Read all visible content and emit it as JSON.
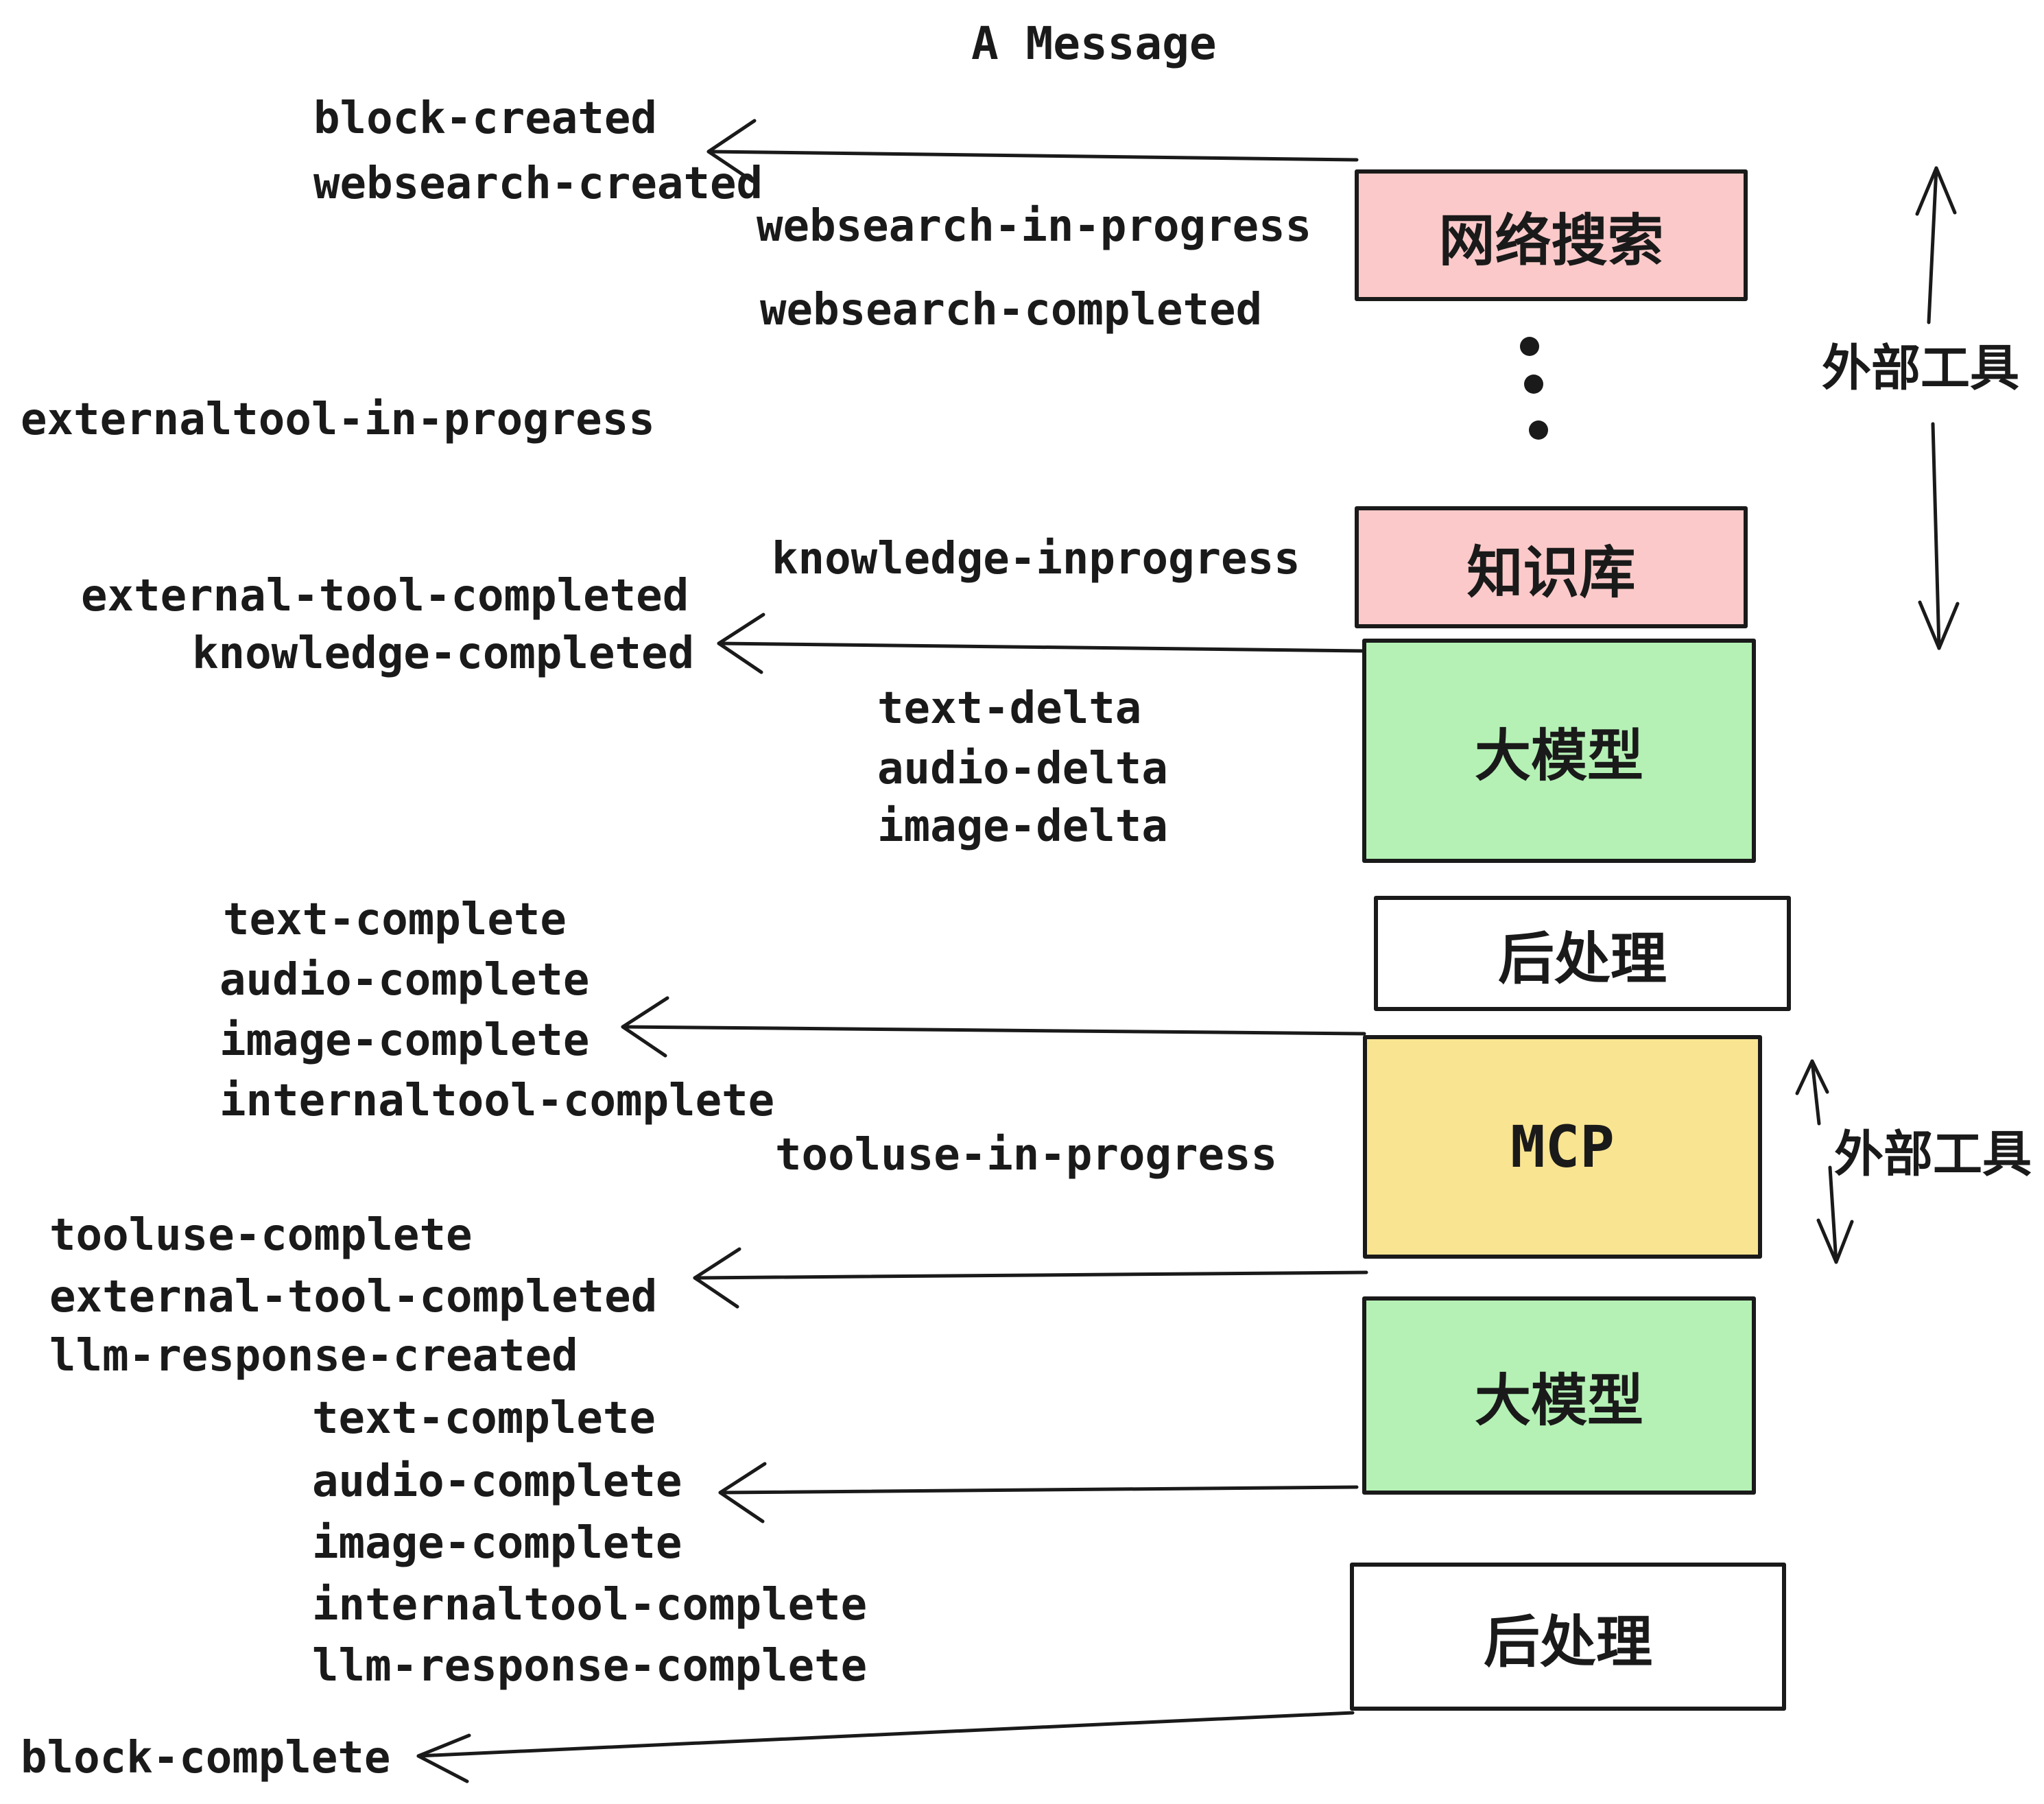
{
  "title": "A Message",
  "events": {
    "block_created": "block-created",
    "websearch_created": "websearch-created",
    "websearch_in_progress": "websearch-in-progress",
    "websearch_completed": "websearch-completed",
    "externaltool_in_progress": "externaltool-in-progress",
    "knowledge_inprogress": "knowledge-inprogress",
    "external_tool_completed_1": "external-tool-completed",
    "knowledge_completed": "knowledge-completed",
    "text_delta_1": "text-delta",
    "audio_delta_1": "audio-delta",
    "image_delta_1": "image-delta",
    "text_complete_1": "text-complete",
    "audio_complete_1": "audio-complete",
    "image_complete_1": "image-complete",
    "internaltool_complete_1": "internaltool-complete",
    "tooluse_in_progress": "tooluse-in-progress",
    "tooluse_complete": "tooluse-complete",
    "external_tool_completed_2": "external-tool-completed",
    "llm_response_created": "llm-response-created",
    "text_complete_2": "text-complete",
    "audio_complete_2": "audio-complete",
    "image_complete_2": "image-complete",
    "internaltool_complete_2": "internaltool-complete",
    "llm_response_complete": "llm-response-complete",
    "block_complete": "block-complete"
  },
  "boxes": {
    "websearch": {
      "label": "网络搜索",
      "fill": "#FBC9C9"
    },
    "knowledge": {
      "label": "知识库",
      "fill": "#FBC9C9"
    },
    "llm1": {
      "label": "大模型",
      "fill": "#B5F1B5"
    },
    "post1": {
      "label": "后处理",
      "fill": "#FFFFFF"
    },
    "mcp": {
      "label": "MCP",
      "fill": "#F8E491"
    },
    "llm2": {
      "label": "大模型",
      "fill": "#B5F1B5"
    },
    "post2": {
      "label": "后处理",
      "fill": "#FFFFFF"
    }
  },
  "side_labels": {
    "external_tools_top": "外部工具",
    "external_tools_bottom": "外部工具"
  },
  "colors": {
    "box_pink": "#FBC9C9",
    "box_green": "#B5F1B5",
    "box_yellow": "#F8E491",
    "box_white": "#FFFFFF",
    "stroke": "#1A1A1A"
  }
}
